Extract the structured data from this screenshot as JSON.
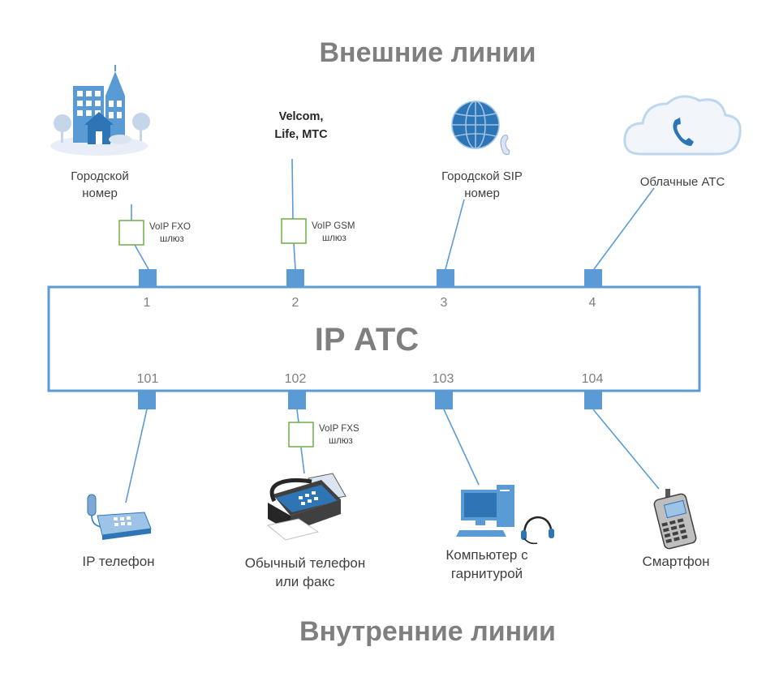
{
  "header": {
    "title": "Внешние линии"
  },
  "footer": {
    "title": "Внутренние линии"
  },
  "pbx": {
    "label": "IP АТС"
  },
  "colors": {
    "accent": "#5b9bd5",
    "dark": "#2e75b6",
    "gateway": "#70ad47",
    "title": "#7f7f7f"
  },
  "external": {
    "city": {
      "line1": "Городской",
      "line2": "номер",
      "icon": "city-icon"
    },
    "gsm": {
      "line1": "Velcom,",
      "line2": "Life, МТС"
    },
    "sip": {
      "line1": "Городской SIP",
      "line2": "номер",
      "icon": "globe-phone-icon"
    },
    "cloud": {
      "label": "Облачные АТС",
      "icon": "cloud-phone-icon"
    }
  },
  "gateways": {
    "fxo": {
      "line1": "VoIP FXO",
      "line2": "шлюз"
    },
    "gsm": {
      "line1": "VoIP GSM",
      "line2": "шлюз"
    },
    "fxs": {
      "line1": "VoIP FXS",
      "line2": "шлюз"
    }
  },
  "ports_external": [
    "1",
    "2",
    "3",
    "4"
  ],
  "ports_internal": [
    "101",
    "102",
    "103",
    "104"
  ],
  "internal": {
    "ip_phone": {
      "label": "IP телефон",
      "icon": "ip-phone-icon"
    },
    "fax": {
      "line1": "Обычный телефон",
      "line2": "или факс",
      "icon": "fax-icon"
    },
    "computer": {
      "line1": "Компьютер с",
      "line2": "гарнитурой",
      "icon": "computer-headset-icon"
    },
    "smartphone": {
      "label": "Смартфон",
      "icon": "smartphone-icon"
    }
  }
}
